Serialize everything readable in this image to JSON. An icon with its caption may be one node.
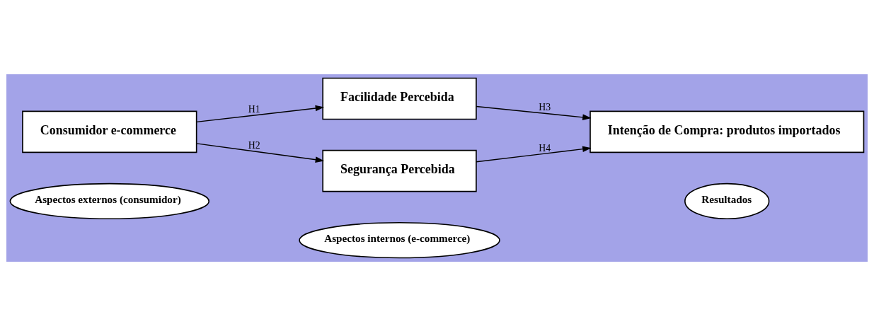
{
  "diagram": {
    "nodes": [
      {
        "text": [
          "Aspectos externos (consumidor)"
        ]
      },
      {
        "text": [
          "Aspectos internos (e-commerce)"
        ]
      },
      {
        "text": [
          "Resultados"
        ]
      },
      {
        "text": [
          "Consumidor e-commerce"
        ]
      },
      {
        "text": [
          "Facilidade Percebida"
        ]
      },
      {
        "text": [
          "Segurança Percebida"
        ]
      },
      {
        "text": [
          "Intenção de Compra: produtos importados"
        ]
      }
    ],
    "edges": [
      {
        "from": 3,
        "to": 4,
        "arrow": "to",
        "label": "H1"
      },
      {
        "from": 3,
        "to": 5,
        "arrow": "to",
        "label": "H2"
      },
      {
        "from": 4,
        "to": 6,
        "arrow": "to",
        "label": "H3"
      },
      {
        "from": 5,
        "to": 6,
        "arrow": "to",
        "label": "H4"
      }
    ]
  }
}
